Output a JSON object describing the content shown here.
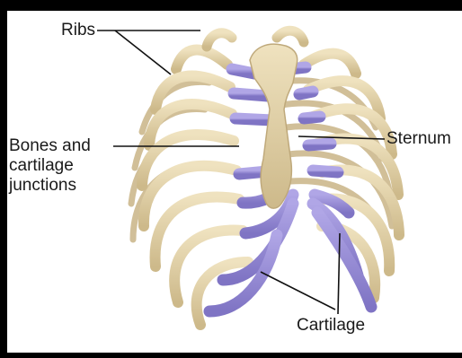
{
  "labels": {
    "ribs": "Ribs",
    "bones_junctions_line1": "Bones and",
    "bones_junctions_line2": "cartilage",
    "bones_junctions_line3": "junctions",
    "sternum": "Sternum",
    "cartilage": "Cartilage"
  },
  "colors": {
    "bone": "#e6d6ad",
    "bone_dark": "#b9a57a",
    "cartilage": "#9c8fd6",
    "cartilage_dark": "#6e63ad",
    "frame": "#000000",
    "background": "#ffffff",
    "leader_line": "#111111"
  }
}
